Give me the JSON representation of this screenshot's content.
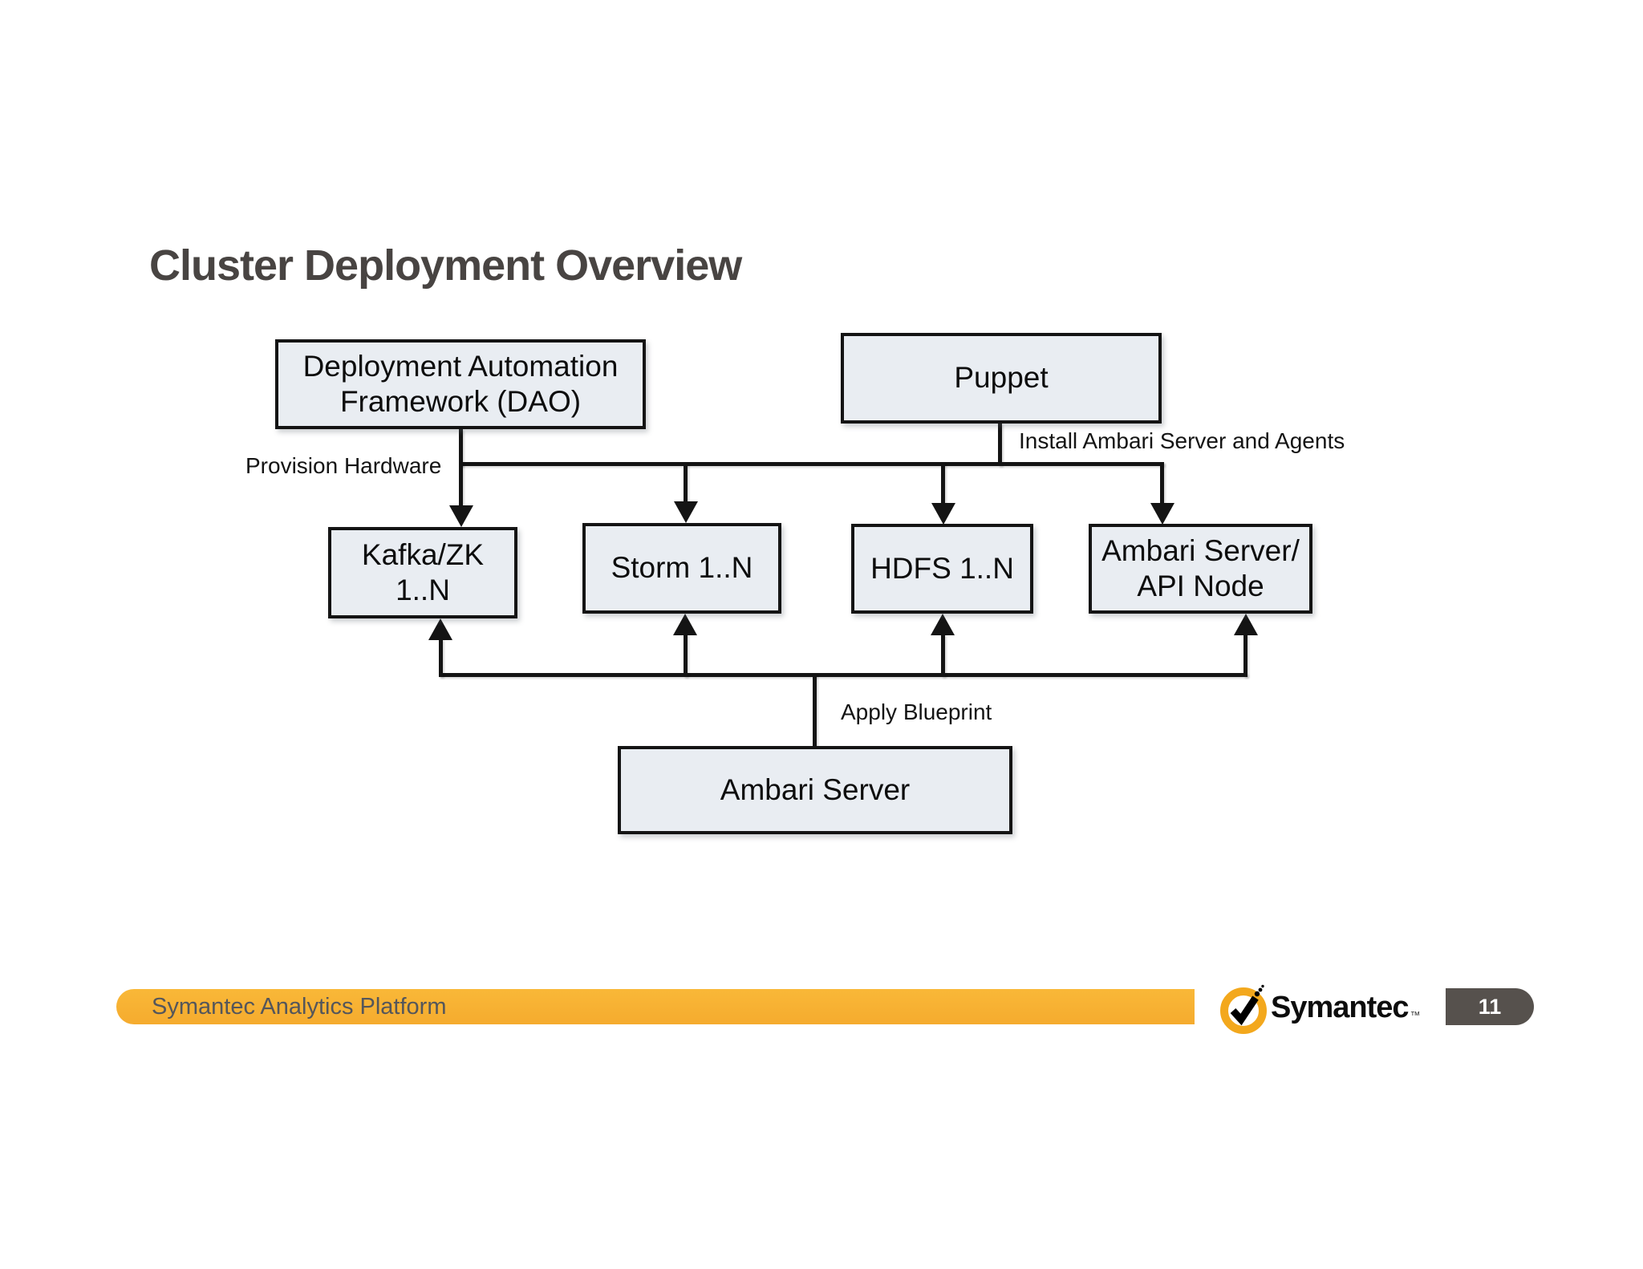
{
  "slide": {
    "title": "Cluster Deployment Overview"
  },
  "diagram": {
    "boxes": [
      {
        "id": "dao",
        "lines": [
          "Deployment Automation",
          "Framework (DAO)"
        ]
      },
      {
        "id": "puppet",
        "lines": [
          "Puppet"
        ]
      },
      {
        "id": "kafka",
        "lines": [
          "Kafka/ZK",
          "1..N"
        ]
      },
      {
        "id": "storm",
        "lines": [
          "Storm 1..N"
        ]
      },
      {
        "id": "hdfs",
        "lines": [
          "HDFS 1..N"
        ]
      },
      {
        "id": "api",
        "lines": [
          "Ambari Server/",
          "API Node"
        ]
      },
      {
        "id": "ambari",
        "lines": [
          "Ambari Server"
        ]
      }
    ],
    "labels": {
      "provision": "Provision Hardware",
      "install": "Install Ambari Server and Agents",
      "apply": "Apply Blueprint"
    }
  },
  "footer": {
    "banner_text": "Symantec Analytics Platform",
    "logo_text": "Symantec",
    "trademark": "™",
    "page_number": "11"
  },
  "colors": {
    "accent_orange": "#F8B133",
    "box_fill": "#E9EDF2",
    "line_black": "#141414",
    "badge_gray": "#56514D"
  }
}
